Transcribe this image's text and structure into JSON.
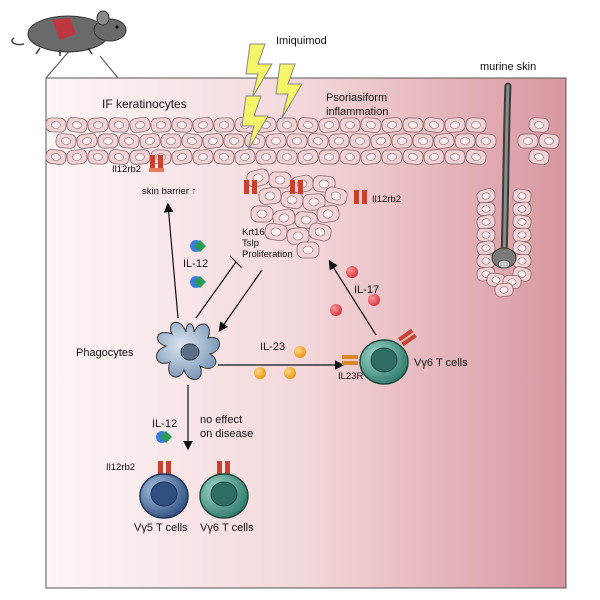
{
  "labels": {
    "imiquimod": "Imiquimod",
    "murine_skin": "murine skin",
    "if_keratinocytes": "IF keratinocytes",
    "psoriasiform": "Psoriasiform",
    "inflammation": "inflammation",
    "il12rb2_left": "Il12rb2",
    "il12rb2_right": "Il12rb2",
    "il12rb2_bottom": "Il12rb2",
    "skin_barrier": "skin barrier ↑",
    "krt16": "Krt16",
    "tslp": "Tslp",
    "proliferation": "Proliferation",
    "il12_top": "IL-12",
    "il12_bottom": "IL-12",
    "il17": "IL-17",
    "il23": "IL-23",
    "il23r": "IL23R",
    "phagocytes": "Phagocytes",
    "vg6_right": "Vγ6 T cells",
    "no_effect": "no effect",
    "on_disease": "on disease",
    "vg5": "Vγ5 T cells",
    "vg6_bottom": "Vγ6 T cells"
  },
  "icons": {
    "mouse": "mouse-icon",
    "lightning": "lightning-bolt-icon",
    "hair_follicle": "hair-follicle-icon",
    "phagocyte": "dendritic-cell-icon",
    "t_cell": "t-cell-icon",
    "cytokine": "cytokine-dot-icon",
    "receptor": "receptor-icon"
  },
  "colors": {
    "skin_gradient_start": "#fdf6f6",
    "skin_gradient_end": "#d99aa3",
    "keratinocyte": "#f1d2d5",
    "keratinocyte_stroke": "#8a6a6e",
    "lightning": "#f5f56a",
    "il12_blue": "#3a7ed8",
    "il12_green": "#2a9a56",
    "il17_red": "#e0404a",
    "il23_orange": "#f0a020",
    "vg6_cell": "#3d8f80",
    "vg5_cell": "#3a5e8e",
    "phagocyte": "#8fa8c4",
    "receptor_red": "#c8412e",
    "mouse_body": "#666666",
    "mouse_patch": "#c8323c"
  }
}
